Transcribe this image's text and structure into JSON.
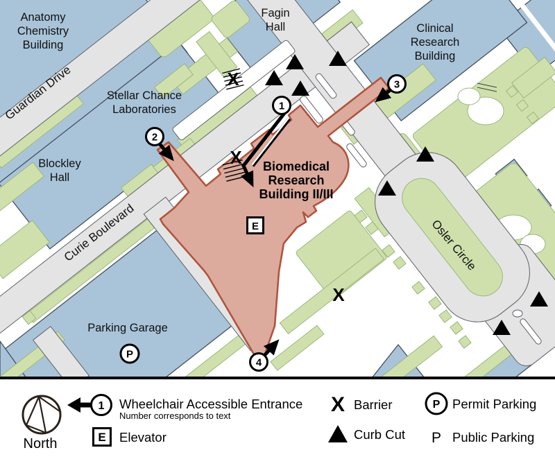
{
  "theme": {
    "building_fill": "#a9c4d9",
    "green_fill": "#cfe0ad",
    "green_border": "#9cb77c",
    "road_fill": "#e4e4e5",
    "road_border": "#5d6066",
    "highlight_fill": "#dcab9d",
    "highlight_border": "#b0543e"
  },
  "map": {
    "labels": {
      "anatomy": [
        "Anatomy",
        "Chemistry",
        "Building"
      ],
      "guardian": "Guardian Drive",
      "stellar": [
        "Stellar Chance",
        "Laboratories"
      ],
      "blockley": [
        "Blockley",
        "Hall"
      ],
      "fagin": [
        "Fagin",
        "Hall"
      ],
      "clinical": [
        "Clinical",
        "Research",
        "Building"
      ],
      "curie": "Curie Boulevard",
      "biomedical": [
        "Biomedical",
        "Research",
        "Building II/III"
      ],
      "osler": "Osler Circle",
      "parking_garage": "Parking Garage"
    },
    "markers": {
      "entrances": [
        {
          "number": "1"
        },
        {
          "number": "2"
        },
        {
          "number": "3"
        },
        {
          "number": "4"
        }
      ],
      "elevator_symbol": "E",
      "permit_parking_symbol": "P",
      "barrier_symbol": "X"
    }
  },
  "legend": {
    "north": "North",
    "wheelchair": {
      "symbol_number": "1",
      "title": "Wheelchair Accessible Entrance",
      "subtitle": "Number corresponds to text"
    },
    "elevator": {
      "symbol": "E",
      "label": "Elevator"
    },
    "barrier": {
      "symbol": "X",
      "label": "Barrier"
    },
    "curb_cut": {
      "label": "Curb Cut"
    },
    "permit_parking": {
      "symbol": "P",
      "label": "Permit Parking"
    },
    "public_parking": {
      "symbol": "P",
      "label": "Public Parking"
    }
  }
}
